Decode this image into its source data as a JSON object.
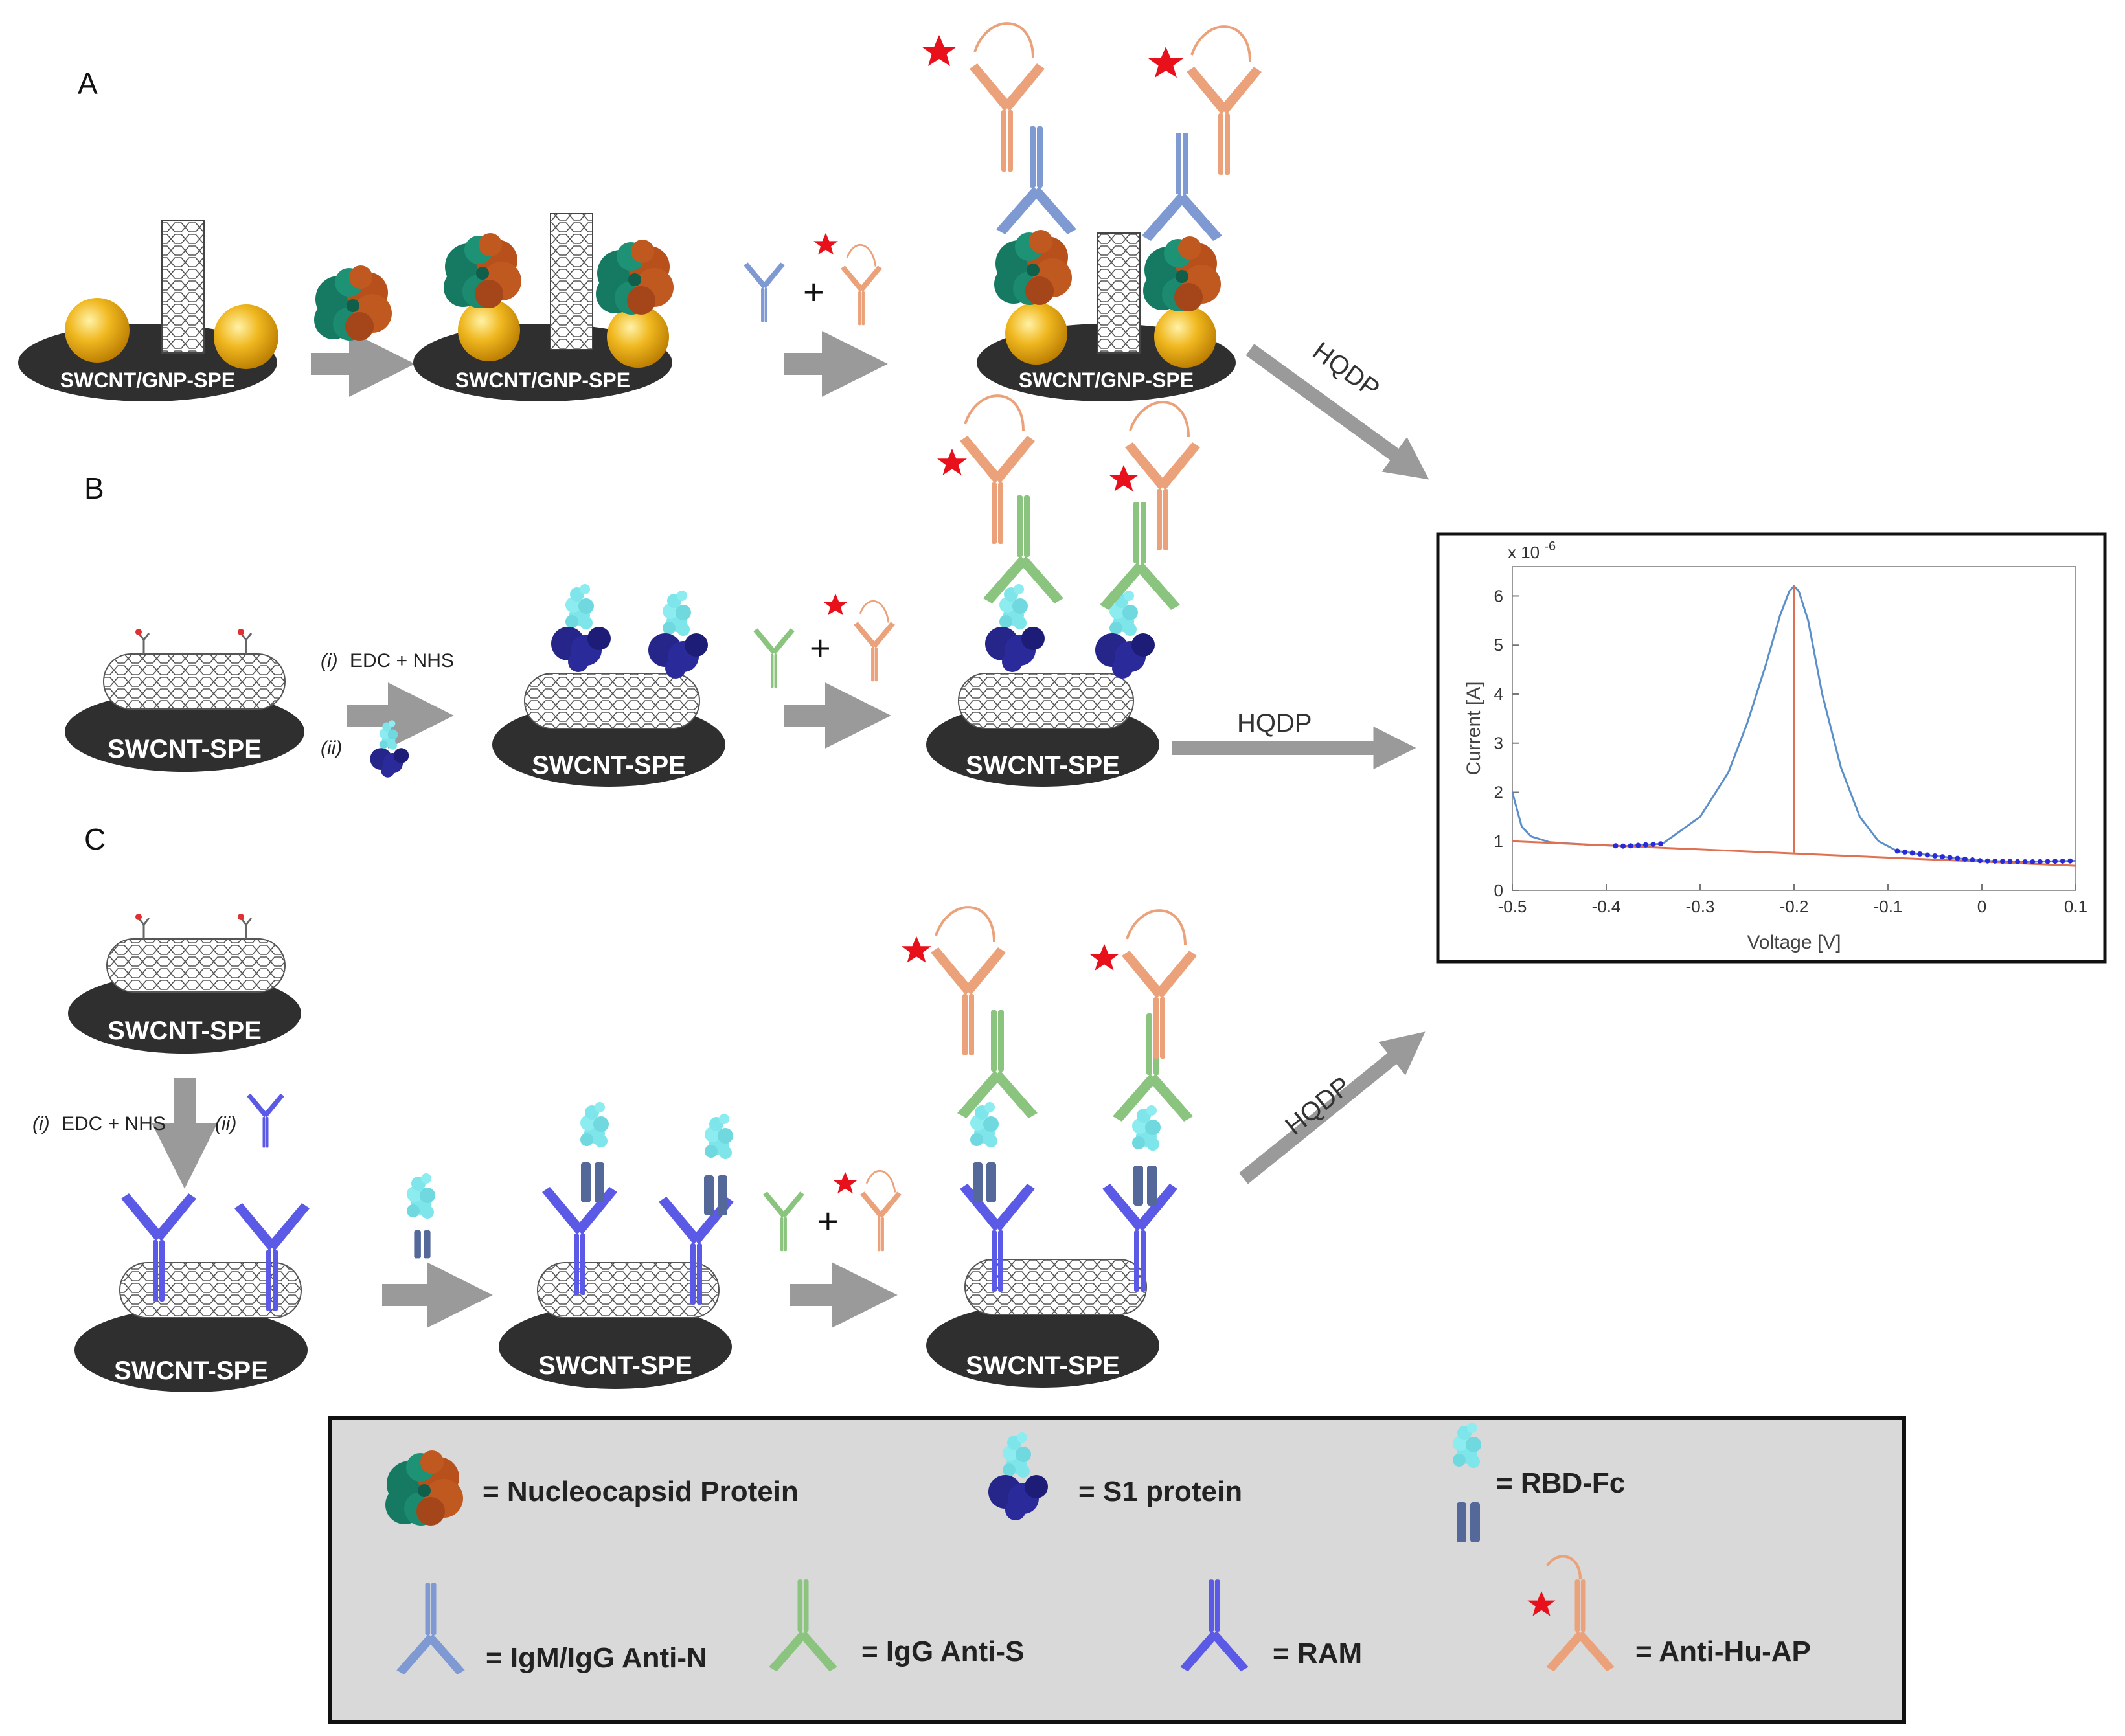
{
  "panels": {
    "a": "A",
    "b": "B",
    "c": "C"
  },
  "electrodes": {
    "gnp": "SWCNT/GNP-SPE",
    "swcnt": "SWCNT-SPE"
  },
  "steps": {
    "i_label": "(i)",
    "i_text": "EDC + NHS",
    "ii_label": "(ii)"
  },
  "arrows": {
    "hqdp": "HQDP"
  },
  "symbols": {
    "plus": "+"
  },
  "chart": {
    "scale_label": "x 10",
    "scale_exp": "-6",
    "xlabel": "Voltage [V]",
    "ylabel": "Current [A]",
    "x_ticks": [
      "-0.5",
      "-0.4",
      "-0.3",
      "-0.2",
      "-0.1",
      "0",
      "0.1"
    ],
    "y_ticks": [
      "0",
      "1",
      "2",
      "3",
      "4",
      "5",
      "6"
    ]
  },
  "chart_data": {
    "type": "line",
    "xlabel": "Voltage [V]",
    "ylabel": "Current [A]",
    "xlim": [
      -0.5,
      0.1
    ],
    "ylim": [
      0,
      6.6
    ],
    "series": [
      {
        "color": "#5b8fc9",
        "x": [
          -0.5,
          -0.49,
          -0.48,
          -0.46,
          -0.42,
          -0.38,
          -0.34,
          -0.3,
          -0.27,
          -0.25,
          -0.23,
          -0.215,
          -0.205,
          -0.2,
          -0.195,
          -0.185,
          -0.17,
          -0.15,
          -0.13,
          -0.11,
          -0.09,
          -0.05,
          0.0,
          0.05,
          0.1
        ],
        "y": [
          2.0,
          1.3,
          1.1,
          0.98,
          0.93,
          0.9,
          0.95,
          1.5,
          2.4,
          3.4,
          4.6,
          5.6,
          6.1,
          6.2,
          6.1,
          5.5,
          4.0,
          2.5,
          1.5,
          1.0,
          0.8,
          0.7,
          0.6,
          0.58,
          0.6
        ]
      },
      {
        "color": "#e07050",
        "x": [
          -0.5,
          0.1
        ],
        "y": [
          1.0,
          0.5
        ]
      },
      {
        "color": "#e07050",
        "x": [
          -0.2,
          -0.2
        ],
        "y": [
          0.77,
          6.2
        ]
      }
    ]
  },
  "legend": {
    "nucleocapsid": "= Nucleocapsid Protein",
    "s1": "= S1 protein",
    "rbd": "= RBD-Fc",
    "anti_n": "= IgM/IgG Anti-N",
    "anti_s": "= IgG Anti-S",
    "ram": "= RAM",
    "anti_hu": "= Anti-Hu-AP"
  },
  "colors": {
    "nucleocapsid_green": "#167a62",
    "nucleocapsid_orange": "#b8501c",
    "rbd_cyan": "#7ee6ea",
    "s1_navy": "#25258a",
    "anti_n_blue": "#7f9ad2",
    "anti_s_green": "#8ac47e",
    "ram_blue": "#5a5ae6",
    "anti_hu_orange": "#eba27a",
    "fc_slate": "#54689a",
    "gold": "#f0b820",
    "electrode": "#2f2f2f",
    "arrow_grey": "#9a9a9a",
    "star_red": "#e8101a",
    "legend_bg": "#d9d9d9"
  }
}
